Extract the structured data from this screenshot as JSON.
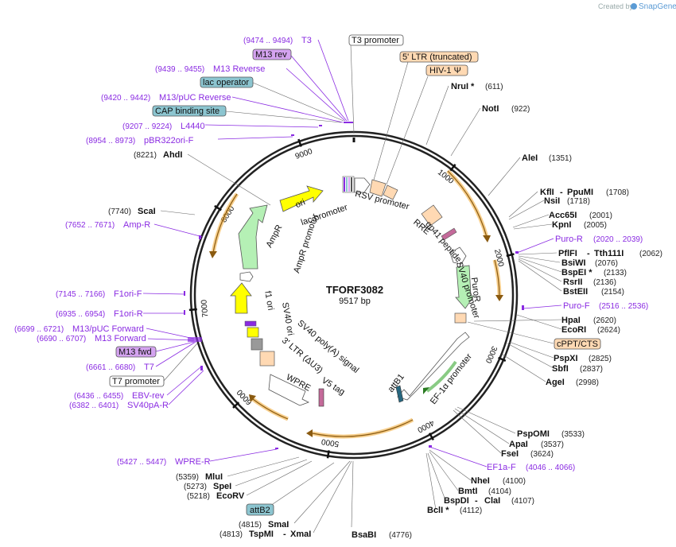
{
  "credit": {
    "prefix": "Created by",
    "brand": "SnapGene"
  },
  "plasmid": {
    "name": "TFORF3082",
    "length": "9517 bp"
  },
  "ticks": [
    "1000",
    "2000",
    "3000",
    "4000",
    "5000",
    "6000",
    "7000",
    "8000",
    "9000"
  ],
  "sites_right": [
    {
      "name": "NruI *",
      "coord": "(611)"
    },
    {
      "name": "NotI",
      "coord": "(922)"
    },
    {
      "name": "AleI",
      "coord": "(1351)"
    },
    {
      "name": "KflI",
      "name2": "PpuMI",
      "coord": "(1708)"
    },
    {
      "name": "NsiI",
      "coord": "(1718)"
    },
    {
      "name": "Acc65I",
      "coord": "(2001)"
    },
    {
      "name": "KpnI",
      "coord": "(2005)"
    },
    {
      "name": "PflFI",
      "name2": "Tth111I",
      "coord": "(2062)"
    },
    {
      "name": "BsiWI",
      "coord": "(2076)"
    },
    {
      "name": "BspEI *",
      "coord": "(2133)"
    },
    {
      "name": "RsrII",
      "coord": "(2136)"
    },
    {
      "name": "BstEII",
      "coord": "(2154)"
    },
    {
      "name": "HpaI",
      "coord": "(2620)"
    },
    {
      "name": "EcoRI",
      "coord": "(2624)"
    },
    {
      "name": "PspXI",
      "coord": "(2825)"
    },
    {
      "name": "SbfI",
      "coord": "(2837)"
    },
    {
      "name": "AgeI",
      "coord": "(2998)"
    },
    {
      "name": "PspOMI",
      "coord": "(3533)"
    },
    {
      "name": "ApaI",
      "coord": "(3537)"
    },
    {
      "name": "FseI",
      "coord": "(3624)"
    },
    {
      "name": "NheI",
      "coord": "(4100)"
    },
    {
      "name": "BmtI",
      "coord": "(4104)"
    },
    {
      "name": "BspDI",
      "name2": "ClaI",
      "coord": "(4107)"
    },
    {
      "name": "BclI *",
      "coord": "(4112)"
    },
    {
      "name": "BsaBI",
      "coord": "(4776)"
    }
  ],
  "sites_left": [
    {
      "name": "AhdI",
      "coord": "(8221)"
    },
    {
      "name": "ScaI",
      "coord": "(7740)"
    },
    {
      "name": "MluI",
      "coord": "(5359)"
    },
    {
      "name": "SpeI",
      "coord": "(5273)"
    },
    {
      "name": "EcoRV",
      "coord": "(5218)"
    },
    {
      "name": "SmaI",
      "coord": "(4815)"
    },
    {
      "name": "TspMI",
      "name2": "XmaI",
      "coord": "(4813)"
    }
  ],
  "primers": [
    {
      "name": "T3",
      "coord": "(9474 .. 9494)"
    },
    {
      "name": "M13 Reverse",
      "coord": "(9439 .. 9455)"
    },
    {
      "name": "M13/pUC Reverse",
      "coord": "(9420 .. 9442)"
    },
    {
      "name": "L4440",
      "coord": "(9207 .. 9224)"
    },
    {
      "name": "pBR322ori-F",
      "coord": "(8954 .. 8973)"
    },
    {
      "name": "Amp-R",
      "coord": "(7652 .. 7671)"
    },
    {
      "name": "F1ori-F",
      "coord": "(7145 .. 7166)"
    },
    {
      "name": "F1ori-R",
      "coord": "(6935 .. 6954)"
    },
    {
      "name": "M13/pUC Forward",
      "coord": "(6699 .. 6721)"
    },
    {
      "name": "M13 Forward",
      "coord": "(6690 .. 6707)"
    },
    {
      "name": "T7",
      "coord": "(6661 .. 6680)"
    },
    {
      "name": "EBV-rev",
      "coord": "(6436 .. 6455)"
    },
    {
      "name": "SV40pA-R",
      "coord": "(6382 .. 6401)"
    },
    {
      "name": "WPRE-R",
      "coord": "(5427 .. 5447)"
    },
    {
      "name": "Puro-R",
      "coord": "(2020 .. 2039)"
    },
    {
      "name": "Puro-F",
      "coord": "(2516 .. 2536)"
    },
    {
      "name": "EF1a-F",
      "coord": "(4046 .. 4066)"
    }
  ],
  "boxed": {
    "t3_promoter": "T3 promoter",
    "ltr": "5' LTR (truncated)",
    "hiv": "HIV-1 Ψ",
    "m13rev": "M13 rev",
    "lac_operator": "lac operator",
    "cap": "CAP binding site",
    "cppt": "cPPT/CTS",
    "m13fwd": "M13 fwd",
    "t7_promoter": "T7 promoter",
    "attb2": "attB2"
  },
  "features": {
    "lac_promoter": "lac promoter",
    "rsv_promoter": "RSV promoter",
    "rre": "RRE",
    "gp41": "gp41 peptide",
    "sv40_promoter": "SV40 promoter",
    "puror": "PuroR",
    "ef1a": "EF-1α promoter",
    "attb1": "attB1",
    "v5": "V5 tag",
    "sv40polya": "SV40 poly(A) signal",
    "ltr3": "3' LTR (ΔU3)",
    "wpre": "WPRE",
    "sv40ori": "SV40 ori",
    "f1ori": "f1 ori",
    "ampr_promoter": "AmpR promoter",
    "ampr": "AmpR",
    "ori": "ori"
  },
  "colors": {
    "primer": "#8a2be2",
    "orf": "#f0a830",
    "ampr": "#b5f0b5",
    "ori": "#ffff00",
    "promoter": "#ffffff",
    "ltr": "#ffd9b3",
    "blue_box": "#8cc5d0",
    "purple_box": "#d4a3f0"
  }
}
